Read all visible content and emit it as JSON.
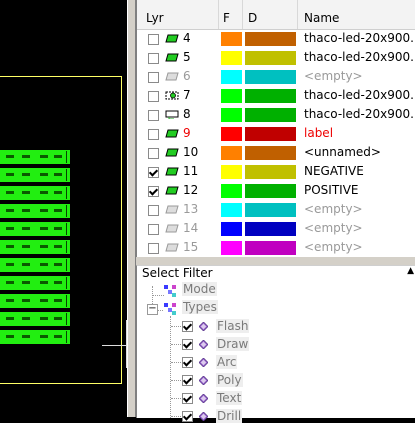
{
  "layer_table": {
    "columns": {
      "lyr": "Lyr",
      "f": "F",
      "d": "D",
      "name": "Name"
    },
    "rows": [
      {
        "num": "4",
        "name": "thaco-led-20x900...",
        "checked": false,
        "dim": false,
        "red": false,
        "f": "#ff8000",
        "d": "#c06000",
        "icon": "layer-solid-icon"
      },
      {
        "num": "5",
        "name": "thaco-led-20x900...",
        "checked": false,
        "dim": false,
        "red": false,
        "f": "#ffff00",
        "d": "#c0c000",
        "icon": "layer-solid-icon"
      },
      {
        "num": "6",
        "name": "<empty>",
        "checked": false,
        "dim": true,
        "red": false,
        "f": "#00ffff",
        "d": "#00c0c0",
        "icon": "layer-empty-icon"
      },
      {
        "num": "7",
        "name": "thaco-led-20x900...",
        "checked": false,
        "dim": false,
        "red": false,
        "f": "#00ff00",
        "d": "#00b000",
        "icon": "layer-drill-icon"
      },
      {
        "num": "8",
        "name": "thaco-led-20x900...",
        "checked": false,
        "dim": false,
        "red": false,
        "f": "#00ff00",
        "d": "#00b000",
        "icon": "layer-outline-icon"
      },
      {
        "num": "9",
        "name": "label",
        "checked": false,
        "dim": false,
        "red": true,
        "f": "#ff0000",
        "d": "#c00000",
        "icon": "layer-solid-icon"
      },
      {
        "num": "10",
        "name": "<unnamed>",
        "checked": false,
        "dim": false,
        "red": false,
        "f": "#ff8000",
        "d": "#c06000",
        "icon": "layer-solid-icon"
      },
      {
        "num": "11",
        "name": "NEGATIVE",
        "checked": true,
        "dim": false,
        "red": false,
        "f": "#ffff00",
        "d": "#c0c000",
        "icon": "layer-solid-icon"
      },
      {
        "num": "12",
        "name": "POSITIVE",
        "checked": true,
        "dim": false,
        "red": false,
        "f": "#00ff00",
        "d": "#00b000",
        "icon": "layer-solid-icon"
      },
      {
        "num": "13",
        "name": "<empty>",
        "checked": false,
        "dim": true,
        "red": false,
        "f": "#00ffff",
        "d": "#00c0c0",
        "icon": "layer-empty-icon"
      },
      {
        "num": "14",
        "name": "<empty>",
        "checked": false,
        "dim": true,
        "red": false,
        "f": "#0000ff",
        "d": "#0000c0",
        "icon": "layer-empty-icon"
      },
      {
        "num": "15",
        "name": "<empty>",
        "checked": false,
        "dim": true,
        "red": false,
        "f": "#ff00ff",
        "d": "#c000c0",
        "icon": "layer-empty-icon"
      }
    ]
  },
  "select_filter": {
    "title": "Select Filter",
    "mode_label": "Mode",
    "types_label": "Types",
    "types": [
      {
        "label": "Flash",
        "checked": true
      },
      {
        "label": "Draw",
        "checked": true
      },
      {
        "label": "Arc",
        "checked": true
      },
      {
        "label": "Poly",
        "checked": true
      },
      {
        "label": "Text",
        "checked": true
      },
      {
        "label": "Drill",
        "checked": true
      }
    ]
  },
  "colors": {
    "canvas_bg": "#000000",
    "pcb_green": "#22ee11",
    "board_outline": "#ffff66"
  }
}
